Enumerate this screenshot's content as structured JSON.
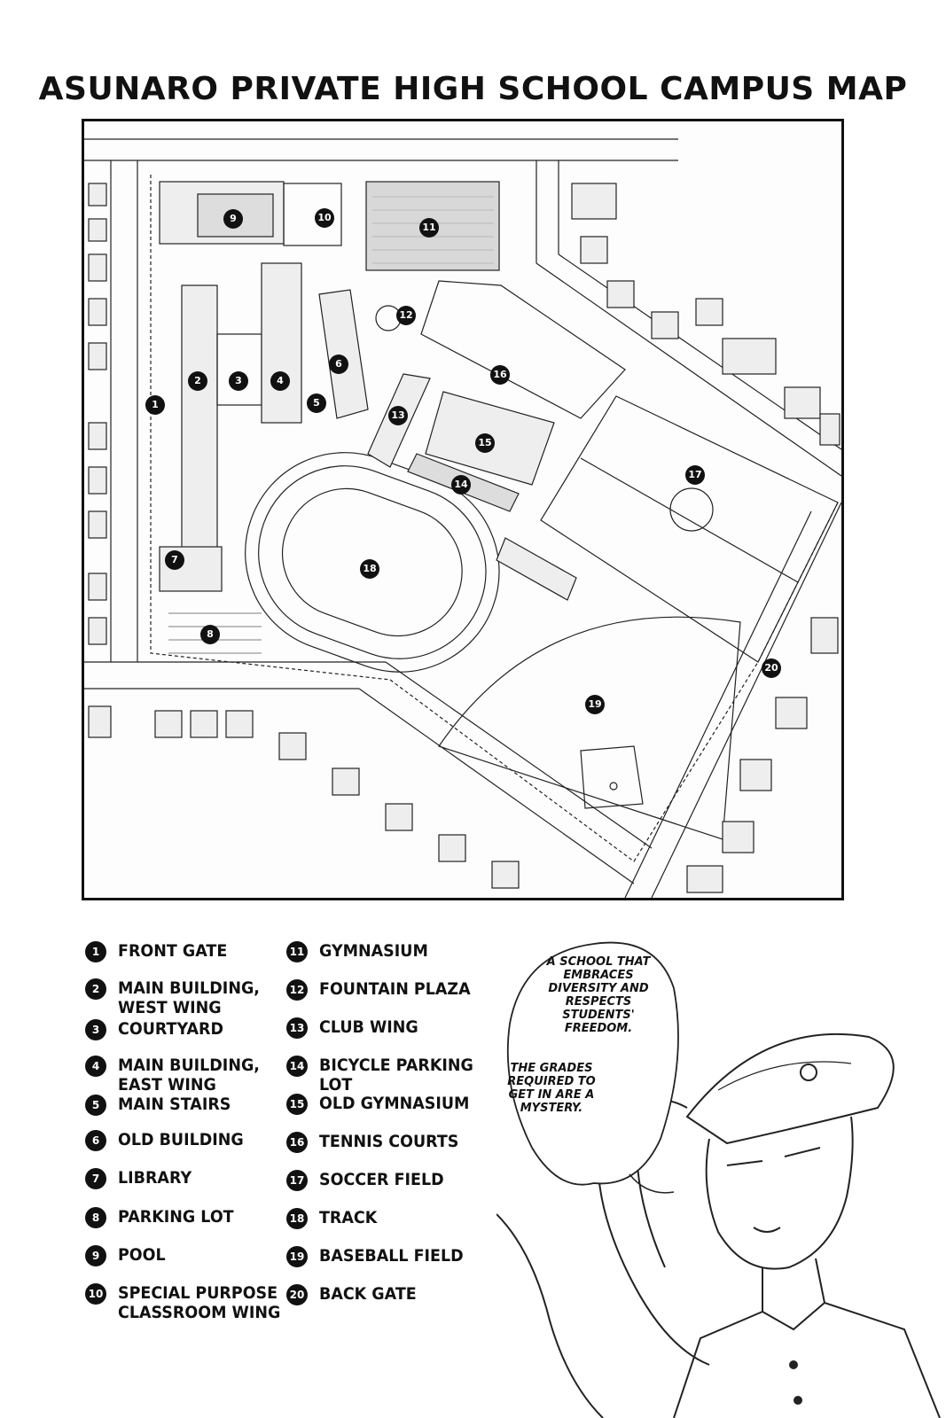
{
  "page": {
    "title": "ASUNARO PRIVATE HIGH SCHOOL CAMPUS MAP"
  },
  "map": {
    "markers": [
      "1",
      "2",
      "3",
      "4",
      "5",
      "6",
      "7",
      "8",
      "9",
      "10",
      "11",
      "12",
      "13",
      "14",
      "15",
      "16",
      "17",
      "18",
      "19",
      "20"
    ]
  },
  "legend": {
    "left_column": [
      {
        "num": "1",
        "label": "FRONT GATE"
      },
      {
        "num": "2",
        "label": "MAIN BUILDING,\nWEST WING"
      },
      {
        "num": "3",
        "label": "COURTYARD"
      },
      {
        "num": "4",
        "label": "MAIN BUILDING,\nEAST WING"
      },
      {
        "num": "5",
        "label": "MAIN STAIRS"
      },
      {
        "num": "6",
        "label": "OLD BUILDING"
      },
      {
        "num": "7",
        "label": "LIBRARY"
      },
      {
        "num": "8",
        "label": "PARKING LOT"
      },
      {
        "num": "9",
        "label": "POOL"
      },
      {
        "num": "10",
        "label": "SPECIAL PURPOSE\nCLASSROOM WING"
      }
    ],
    "right_column": [
      {
        "num": "11",
        "label": "GYMNASIUM"
      },
      {
        "num": "12",
        "label": "FOUNTAIN PLAZA"
      },
      {
        "num": "13",
        "label": "CLUB WING"
      },
      {
        "num": "14",
        "label": "BICYCLE PARKING LOT"
      },
      {
        "num": "15",
        "label": "OLD GYMNASIUM"
      },
      {
        "num": "16",
        "label": "TENNIS COURTS"
      },
      {
        "num": "17",
        "label": "SOCCER FIELD"
      },
      {
        "num": "18",
        "label": "TRACK"
      },
      {
        "num": "19",
        "label": "BASEBALL FIELD"
      },
      {
        "num": "20",
        "label": "BACK GATE"
      }
    ]
  },
  "speech": {
    "line1": "A SCHOOL THAT EMBRACES DIVERSITY AND RESPECTS STUDENTS' FREEDOM.",
    "line2": "THE GRADES REQUIRED TO GET IN ARE A MYSTERY."
  }
}
